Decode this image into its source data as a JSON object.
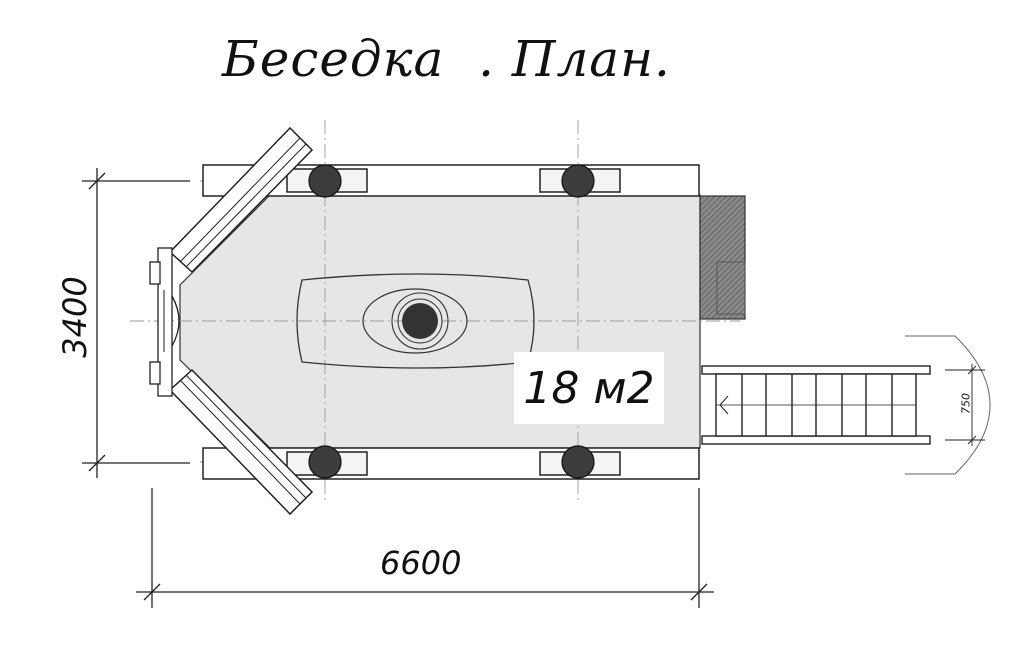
{
  "title": "Беседка  . План.",
  "area_label": "18 м2",
  "dimensions": {
    "width": "6600",
    "depth": "3400",
    "stair_width": "750"
  },
  "colors": {
    "floor": "#e6e6e6",
    "column": "#3d3d3d",
    "brick": "#8a8a8a",
    "line": "#222222"
  }
}
